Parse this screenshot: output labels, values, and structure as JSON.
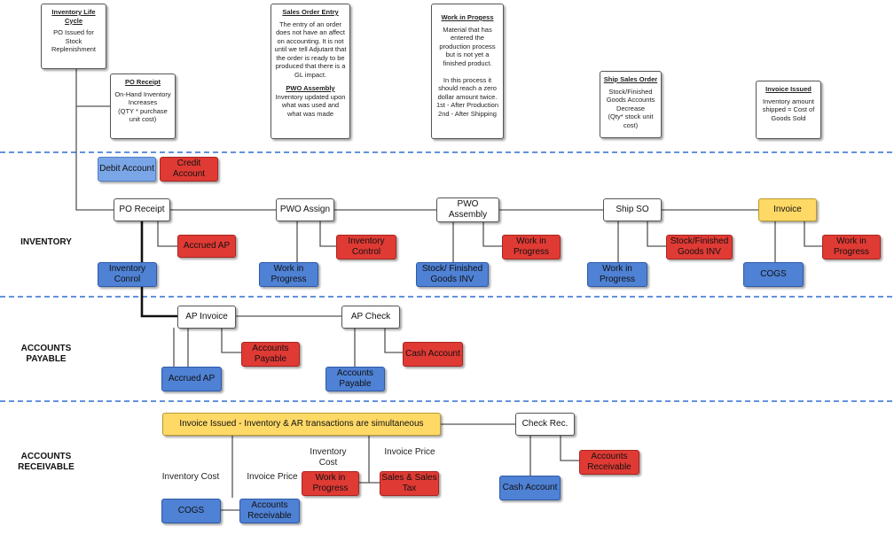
{
  "notes": {
    "lifecycle": {
      "title": "Inventory Life Cycle",
      "body": "PO Issued for Stock Replenishment"
    },
    "po_receipt": {
      "title": "PO Receipt",
      "body": "On-Hand Inventory Increases\n(QTY * purchase unit cost)"
    },
    "sales_order": {
      "title": "Sales Order Entry",
      "body": "The entry of an order does not have an affect on accounting.  It is not until we tell Adjutant that the order is ready to be produced that there is a GL impact.",
      "title2": "PWO Assembly",
      "body2": "Inventory updated upon what was used and what was made"
    },
    "wip": {
      "title": "Work in Progess",
      "body": "Material that has entered the production process but is not yet a finished product.\n\nIn this process it should reach a zero dollar amount twice.\n1st - After Production\n2nd - After Shipping"
    },
    "ship_so": {
      "title": "Ship Sales Order",
      "body": "Stock/Finished Goods Accounts Decrease\n(Qty* stock unit cost)"
    },
    "invoice_issued": {
      "title": "Invoice Issued",
      "body": "Inventory amount shipped = Cost of Goods Sold"
    }
  },
  "legend": {
    "debit": "Debit Account",
    "credit": "Credit Account"
  },
  "sections": {
    "inventory": "INVENTORY",
    "ap": "ACCOUNTS PAYABLE",
    "ar": "ACCOUNTS RECEIVABLE"
  },
  "inventory": {
    "po_receipt": "PO Receipt",
    "pwo_assign": "PWO Assign",
    "pwo_assembly": "PWO Assembly",
    "ship_so": "Ship SO",
    "invoice": "Invoice",
    "po_debit": "Inventory Conrol",
    "po_credit": "Accrued AP",
    "assign_debit": "Work in Progress",
    "assign_credit": "Inventory Control",
    "assembly_debit": "Stock/ Finished Goods INV",
    "assembly_credit": "Work in Progress",
    "ship_debit": "Work in Progress",
    "ship_credit": "Stock/Finished Goods INV",
    "invoice_debit": "COGS",
    "invoice_credit": "Work in Progress"
  },
  "ap": {
    "ap_invoice": "AP Invoice",
    "ap_check": "AP Check",
    "invoice_debit": "Accrued AP",
    "invoice_credit": "Accounts Payable",
    "check_debit": "Accounts Payable",
    "check_credit": "Cash Account"
  },
  "ar": {
    "invoice_issued": "Invoice Issued - Inventory & AR transactions are simultaneous",
    "check_rec": "Check Rec.",
    "label_inv_cost_left": "Inventory Cost",
    "label_inv_price_left": "Invoice Price",
    "label_inv_cost_mid": "Inventory Cost",
    "label_inv_price_mid": "Invoice Price",
    "cogs": "COGS",
    "accounts_receivable": "Accounts Receivable",
    "wip": "Work in Progress",
    "sales_tax": "Sales & Sales Tax",
    "cash": "Cash Account",
    "check_credit": "Accounts Receivable"
  },
  "colors": {
    "debit": "#4f81d4",
    "credit": "#e03a34",
    "highlight": "#ffd966",
    "divider": "#2f6fd0"
  }
}
